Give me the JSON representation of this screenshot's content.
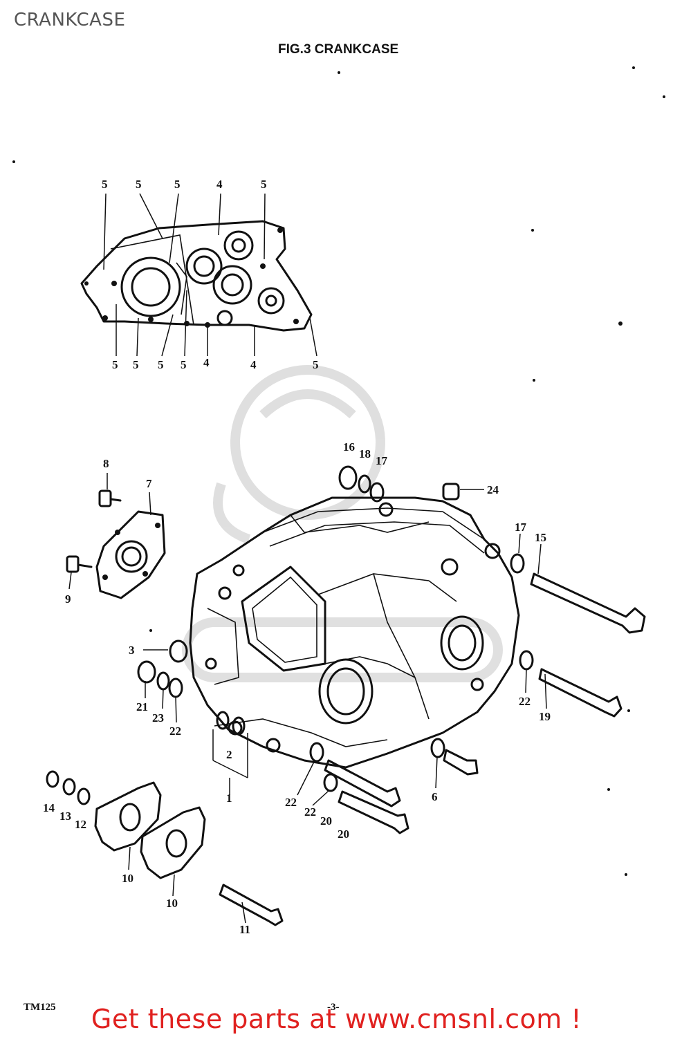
{
  "page": {
    "title": "CRANKCASE"
  },
  "figure": {
    "title": "FIG.3  CRANKCASE",
    "model": "TM125",
    "page_number": "-3-",
    "watermark_present": true
  },
  "top_callouts": [
    "5",
    "5",
    "5",
    "4",
    "5"
  ],
  "bottom_callouts": [
    "5",
    "5",
    "5",
    "5",
    "4",
    "4",
    "5"
  ],
  "main_callouts": [
    "16",
    "18",
    "17",
    "24",
    "8",
    "7",
    "17",
    "15",
    "9",
    "3",
    "21",
    "23",
    "22",
    "22",
    "19",
    "2",
    "1",
    "6",
    "22",
    "22",
    "20",
    "20",
    "14",
    "13",
    "12",
    "10",
    "10",
    "11"
  ],
  "banner": {
    "text": "Get these parts at www.cmsnl.com !",
    "color": "#e0211f"
  }
}
